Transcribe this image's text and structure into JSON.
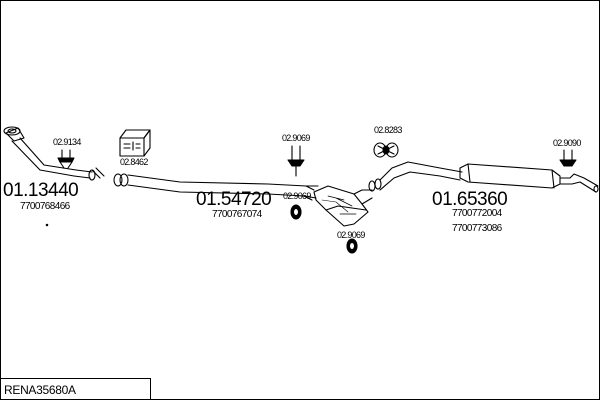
{
  "diagram": {
    "main_parts": [
      {
        "number": "01.13440",
        "oem": [
          "7700768466"
        ]
      },
      {
        "number": "01.54720",
        "oem": [
          "7700767074"
        ]
      },
      {
        "number": "01.65360",
        "oem": [
          "7700772004",
          "7700773086"
        ]
      }
    ],
    "accessories": [
      {
        "id": "clamp-front",
        "number": "02.9134"
      },
      {
        "id": "gasket-kit",
        "number": "02.8462"
      },
      {
        "id": "hanger-mid-upper",
        "number": "02.9069"
      },
      {
        "id": "hanger-mid-lower",
        "number": "02.9069"
      },
      {
        "id": "hanger-center",
        "number": "02.9069"
      },
      {
        "id": "hanger-rear",
        "number": "02.8283"
      },
      {
        "id": "hanger-tail",
        "number": "02.9090"
      }
    ],
    "reference": "RENA35680A"
  }
}
